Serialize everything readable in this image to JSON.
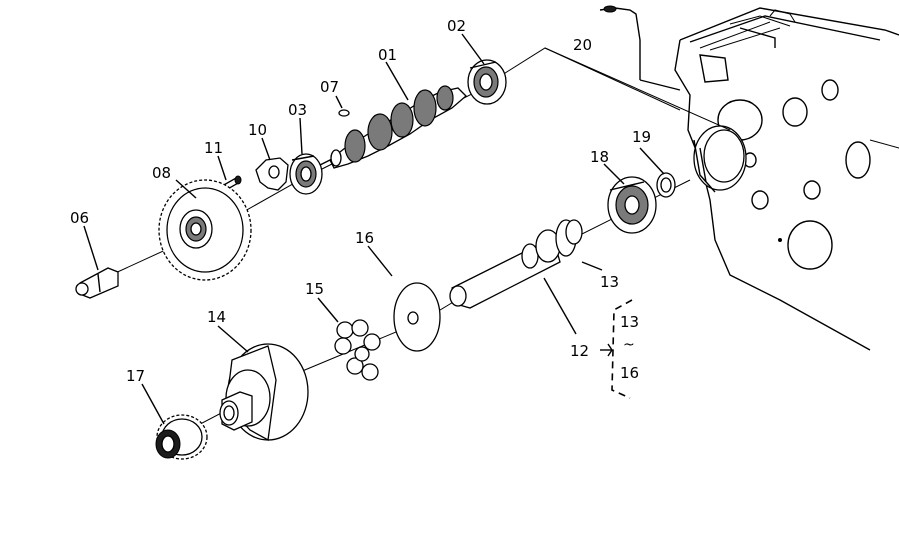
{
  "callouts": {
    "p01": "01",
    "p02": "02",
    "p03": "03",
    "p06": "06",
    "p07": "07",
    "p08": "08",
    "p10": "10",
    "p11": "11",
    "p12": "12",
    "p13a": "13",
    "p13b": "13",
    "p14": "14",
    "p15": "15",
    "p16a": "16",
    "p16b": "16",
    "p17": "17",
    "p18": "18",
    "p19": "19",
    "p20": "20"
  },
  "bracket": {
    "range_sep": "~"
  }
}
